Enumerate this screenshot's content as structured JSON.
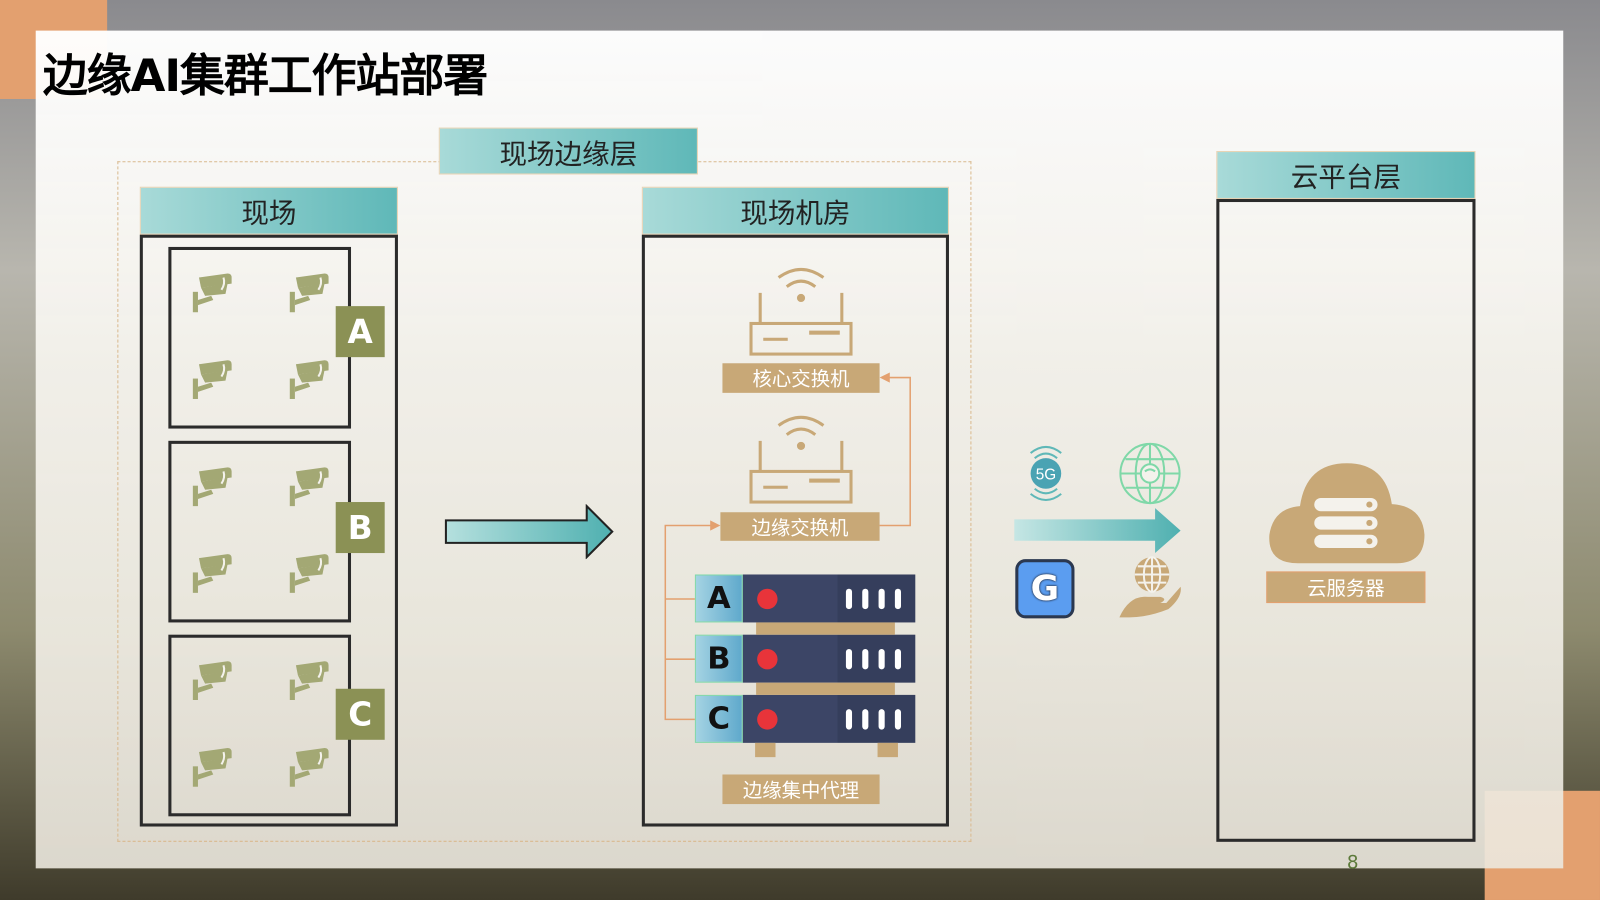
{
  "title": "边缘AI集群工作站部署",
  "edge_layer": {
    "label": "现场边缘层",
    "site": {
      "label": "现场",
      "groups": [
        "A",
        "B",
        "C"
      ]
    },
    "machine_room": {
      "label": "现场机房",
      "core_switch": "核心交换机",
      "edge_switch": "边缘交换机",
      "servers": [
        "A",
        "B",
        "C"
      ],
      "proxy": "边缘集中代理"
    }
  },
  "network_icons": [
    "5G",
    "G"
  ],
  "cloud_layer": {
    "label": "云平台层",
    "server": "云服务器"
  },
  "page_number": "8",
  "colors": {
    "accent_orange": "#e3a06f",
    "teal": "#5fb8b8",
    "tan": "#c8a877",
    "olive": "#8b9155"
  }
}
